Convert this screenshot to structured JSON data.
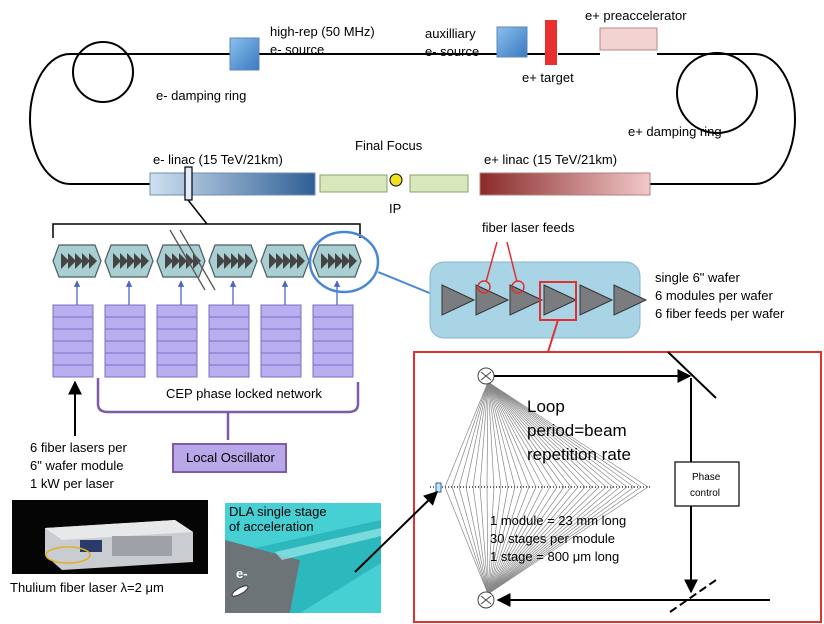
{
  "ring": {
    "e_source": "high-rep (50 MHz)",
    "e_source_2": "e- source",
    "aux_source": "auxilliary",
    "aux_source_2": "e- source",
    "e_target": "e+ target",
    "preaccelerator": "e+ preaccelerator",
    "e_damping": "e- damping ring",
    "p_damping": "e+ damping ring",
    "e_linac": "e- linac (15 TeV/21km)",
    "p_linac": "e+ linac (15 TeV/21km)",
    "final_focus": "Final Focus",
    "ip": "IP"
  },
  "modules": {
    "network": "CEP phase locked network",
    "local_osc": "Local Oscillator",
    "lasers_1": "6 fiber lasers per",
    "lasers_2": "6\" wafer module",
    "lasers_3": "1 kW per laser",
    "thulium": "Thulium fiber laser λ=2 μm",
    "dla_1": "DLA single stage",
    "dla_2": "of acceleration",
    "electron": "e-"
  },
  "wafer": {
    "feeds": "fiber laser feeds",
    "info_1": "single 6\" wafer",
    "info_2": "6 modules per wafer",
    "info_3": "6 fiber feeds per wafer"
  },
  "loop": {
    "title_1": "Loop",
    "title_2": "period=beam",
    "title_3": "repetition rate",
    "phase_1": "Phase",
    "phase_2": "control",
    "spec_1": "1 module = 23 mm long",
    "spec_2": "30 stages per module",
    "spec_3": "1 stage = 800 μm long"
  },
  "colors": {
    "blue_box": "#4f8fd0",
    "red": "#e03030",
    "green_box": "#d8e8bc",
    "purple": "#b9a8e8",
    "wafer_bg": "#a8d4e6",
    "network_brace": "#7e5aa8",
    "circle_blue": "#4a86d8"
  }
}
